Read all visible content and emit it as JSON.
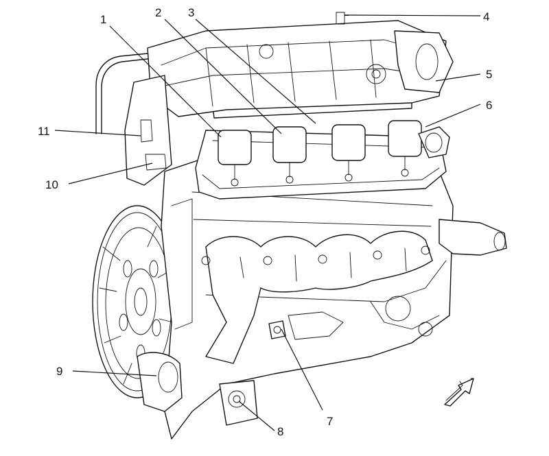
{
  "callouts": [
    {
      "id": "1",
      "label": "1"
    },
    {
      "id": "2",
      "label": "2"
    },
    {
      "id": "3",
      "label": "3"
    },
    {
      "id": "4",
      "label": "4"
    },
    {
      "id": "5",
      "label": "5"
    },
    {
      "id": "6",
      "label": "6"
    },
    {
      "id": "7",
      "label": "7"
    },
    {
      "id": "8",
      "label": "8"
    },
    {
      "id": "9",
      "label": "9"
    },
    {
      "id": "10",
      "label": "10"
    },
    {
      "id": "11",
      "label": "11"
    }
  ],
  "icons": {
    "view_direction": "view-direction-arrow-icon"
  }
}
